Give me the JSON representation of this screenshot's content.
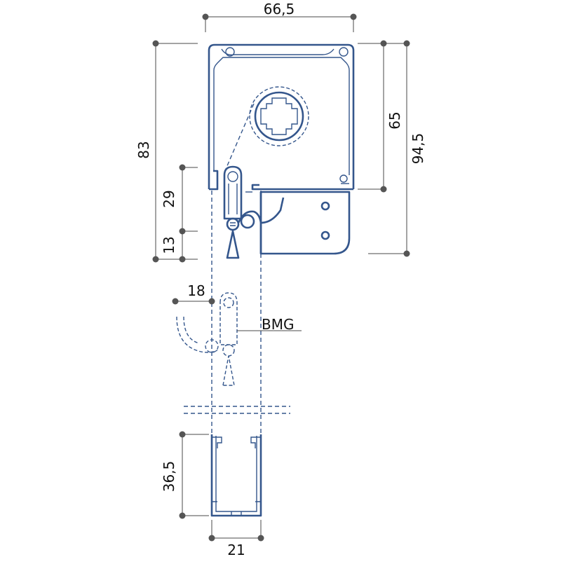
{
  "colors": {
    "profile": "#34568c",
    "dimension": "#4a4a4a",
    "dot": "#555555"
  },
  "dimensions": {
    "top_width": "66,5",
    "left_height": "83",
    "inner_height_29": "29",
    "inner_height_13": "13",
    "right_height_65": "65",
    "right_height_94": "94,5",
    "arm_length": "18",
    "bottom_height": "36,5",
    "bottom_width": "21"
  },
  "labels": {
    "bmg": "BMG"
  }
}
